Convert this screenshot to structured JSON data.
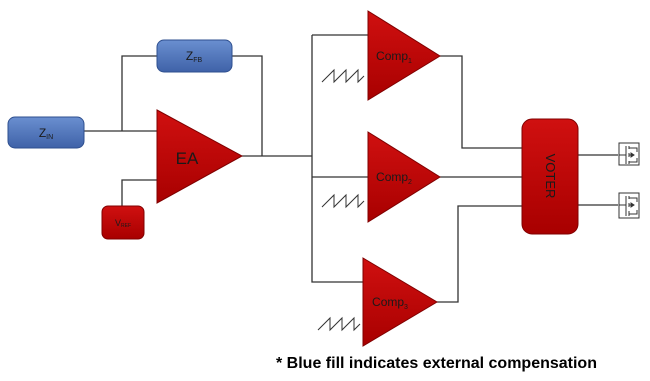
{
  "blocks": {
    "zin": {
      "label": "Z",
      "sub": "IN"
    },
    "zfb": {
      "label": "Z",
      "sub": "FB"
    },
    "vref": {
      "label": "V",
      "sub": "REF"
    },
    "ea": {
      "label": "EA"
    },
    "comp1": {
      "label": "Comp",
      "sub": "1"
    },
    "comp2": {
      "label": "Comp",
      "sub": "2"
    },
    "comp3": {
      "label": "Comp",
      "sub": "3"
    },
    "voter": {
      "label": "VOTER"
    }
  },
  "footnote": "* Blue fill indicates external compensation",
  "colors": {
    "external_fill": "#4a6fb5",
    "internal_fill": "#c00000",
    "wire": "#333333"
  }
}
